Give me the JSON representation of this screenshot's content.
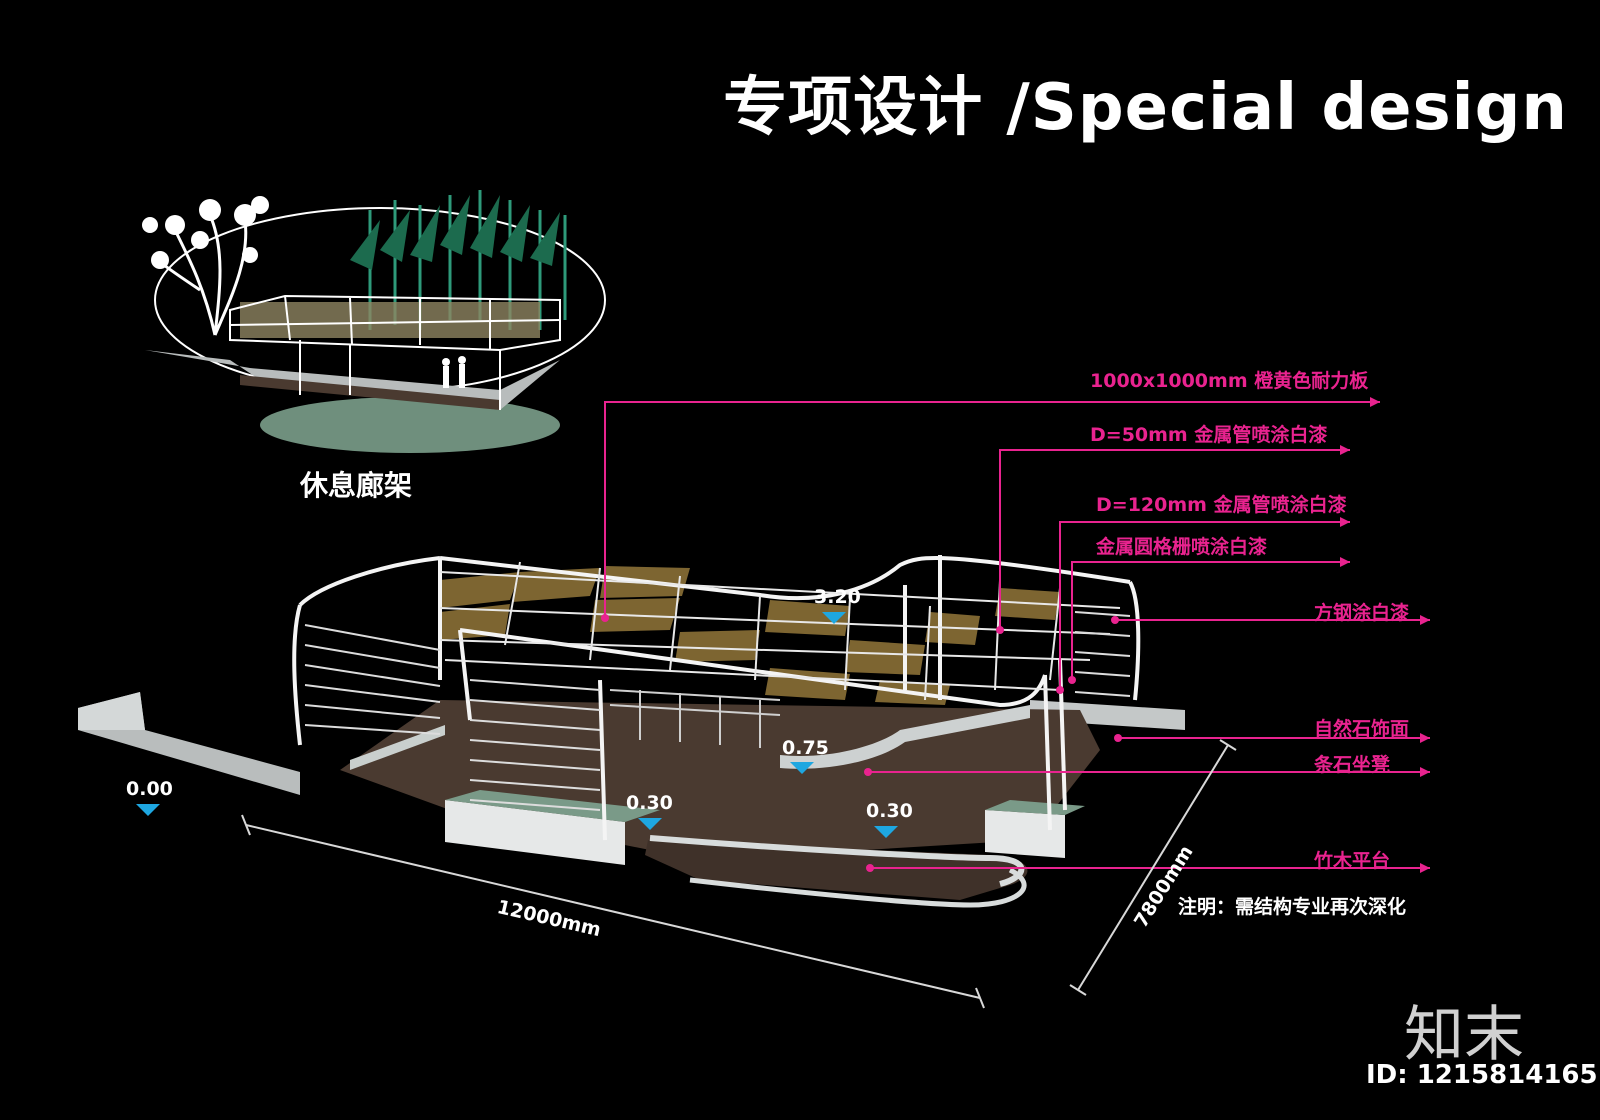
{
  "title": "专项设计 /Special design",
  "inset_label": "休息廊架",
  "callouts": [
    {
      "text": "1000x1000mm 橙黄色耐力板"
    },
    {
      "text": "D=50mm 金属管喷涂白漆"
    },
    {
      "text": "D=120mm 金属管喷涂白漆"
    },
    {
      "text": "金属圆格栅喷涂白漆"
    },
    {
      "text": "方钢涂白漆"
    },
    {
      "text": "自然石饰面"
    },
    {
      "text": "条石坐凳"
    },
    {
      "text": "竹木平台"
    }
  ],
  "elevations": [
    "3.20",
    "0.75",
    "0.00",
    "0.30",
    "0.30"
  ],
  "dimensions": {
    "length": "12000mm",
    "width": "7800mm"
  },
  "note": "注明：需结构专业再次深化",
  "brand": "知末",
  "id_text": "ID: 1215814165",
  "colors": {
    "background": "#000000",
    "callout": "#e9238f",
    "marker": "#1ea7e1",
    "slab": "#e3b85a",
    "deck": "#4a3a30",
    "frame": "#f4f4f4"
  }
}
